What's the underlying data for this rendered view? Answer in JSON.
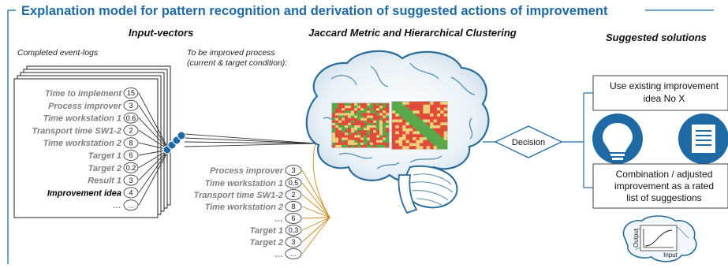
{
  "title": "Explanation model for pattern recognition and derivation of suggested actions of improvement",
  "sections": {
    "input": "Input-vectors",
    "metric": "Jaccard Metric and Hierarchical Clustering",
    "solutions": "Suggested solutions"
  },
  "completed_logs": {
    "caption": "Completed event-logs",
    "rows": [
      {
        "label": "Time to implement",
        "value": "15"
      },
      {
        "label": "Process improver",
        "value": "3"
      },
      {
        "label": "Time workstation 1",
        "value": "0.6"
      },
      {
        "label": "Transport time SW1-2",
        "value": "2"
      },
      {
        "label": "Time workstation 2",
        "value": "8"
      },
      {
        "label": "Target 1",
        "value": "6"
      },
      {
        "label": "Target 2",
        "value": "0.2"
      },
      {
        "label": "Result 1",
        "value": "3"
      },
      {
        "label": "Improvement idea",
        "value": "4"
      },
      {
        "label": "…",
        "value": "…"
      }
    ]
  },
  "target_process": {
    "caption_line1": "To be improved process",
    "caption_line2": "(current & target condition):",
    "rows": [
      {
        "label": "Process improver",
        "value": "3"
      },
      {
        "label": "Time workstation 1",
        "value": "0,5"
      },
      {
        "label": "Transport time SW1-2",
        "value": "2"
      },
      {
        "label": "Time workstation 2",
        "value": "8"
      },
      {
        "label": "…",
        "value": "6"
      },
      {
        "label": "Target 1",
        "value": "0,3"
      },
      {
        "label": "Target 2",
        "value": "3"
      },
      {
        "label": "…",
        "value": "…"
      }
    ]
  },
  "decision": "Decision",
  "solutions": {
    "top_line1": "Use existing improvement",
    "top_line2": "idea No X",
    "bottom_line1": "Combination / adjusted",
    "bottom_line2": "improvement as a rated",
    "bottom_line3": "list of suggestions"
  },
  "mini_chart": {
    "ylabel": "Output",
    "xlabel": "Input"
  },
  "colors": {
    "title": "#1f6aa5",
    "brain": "#2a6c9a",
    "bulb_circle": "#1f6aa5",
    "orange_lines": "#c88a1a",
    "heatmap_red": "#e04b3a",
    "heatmap_green": "#5aa84a",
    "heatmap_yellow": "#efd07a"
  },
  "icons": [
    "lightbulb-icon",
    "list-document-icon",
    "brain-icon"
  ]
}
